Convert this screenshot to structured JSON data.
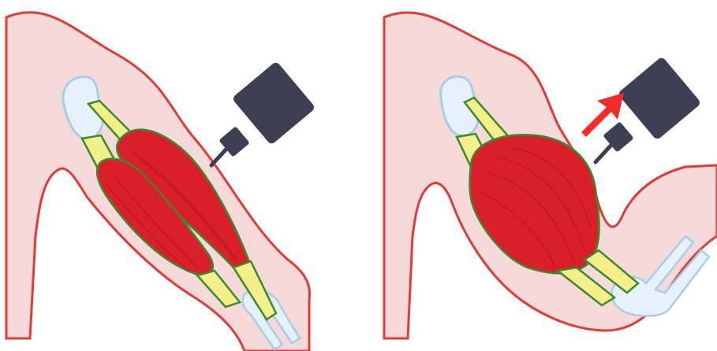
{
  "figure": {
    "panels": [
      {
        "id": "relaxed",
        "muscle_state": "relaxed",
        "forearm": "extended",
        "arrow": false
      },
      {
        "id": "contracted",
        "muscle_state": "contracted",
        "forearm": "flexed",
        "arrow": true
      }
    ],
    "colors": {
      "skin_fill": "#f6d9d9",
      "skin_outline": "#e53935",
      "muscle_red": "#d81f2a",
      "muscle_dark": "#b3141f",
      "tendon_yellow": "#f3f08c",
      "tendon_outline": "#3a8a2e",
      "bone_fill": "#e6f2fb",
      "bone_outline": "#a9cde8",
      "probe_body": "#3e3f55",
      "arrow_red": "#f22a2a"
    },
    "icons": [
      "probe-icon",
      "arrow-up-right-icon"
    ]
  }
}
